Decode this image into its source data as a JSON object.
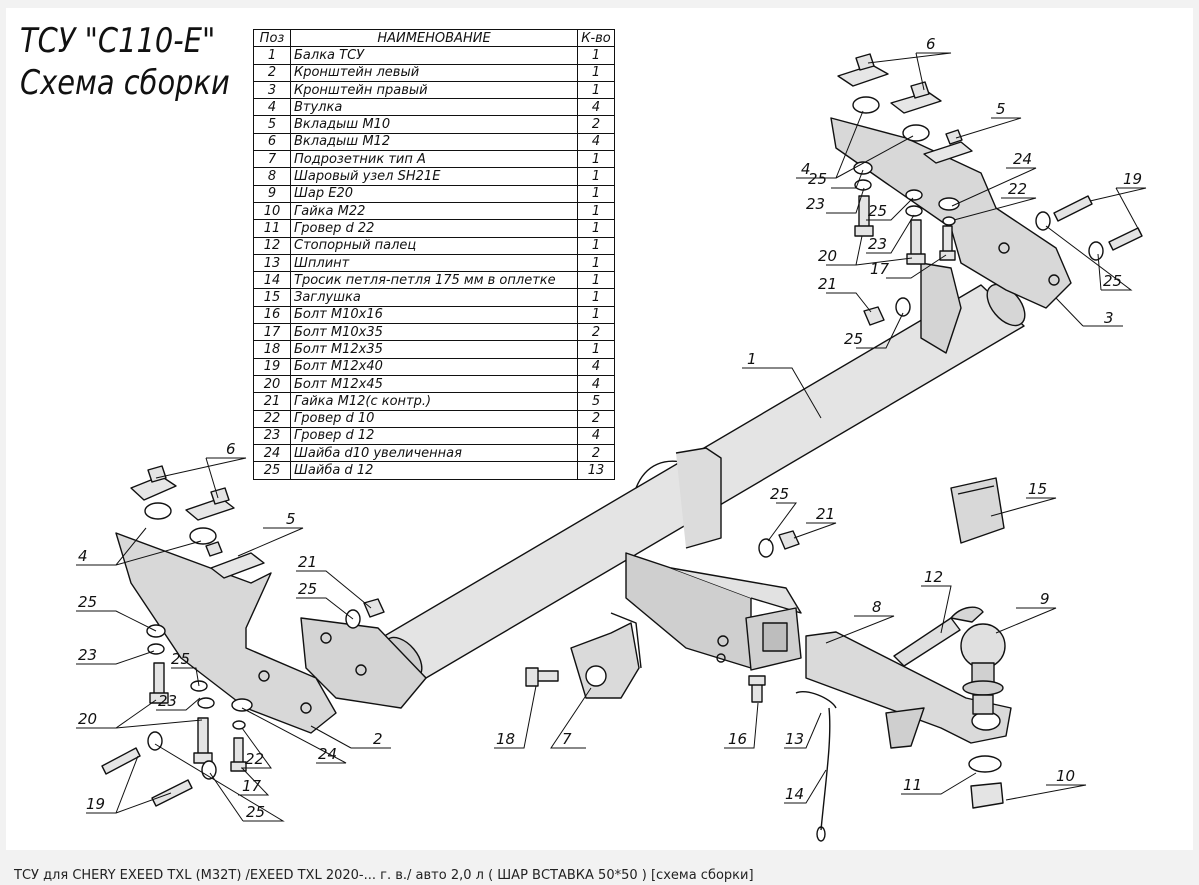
{
  "title": {
    "line1": "ТСУ \"С110-Е\"",
    "line2": "Схема сборки"
  },
  "table": {
    "headers": {
      "pos": "Поз",
      "name": "НАИМЕНОВАНИЕ",
      "qty": "К-во"
    },
    "rows": [
      {
        "pos": "1",
        "name": "Балка ТСУ",
        "qty": "1"
      },
      {
        "pos": "2",
        "name": "Кронштейн левый",
        "qty": "1"
      },
      {
        "pos": "3",
        "name": "Кронштейн правый",
        "qty": "1"
      },
      {
        "pos": "4",
        "name": "Втулка",
        "qty": "4"
      },
      {
        "pos": "5",
        "name": "Вкладыш М10",
        "qty": "2"
      },
      {
        "pos": "6",
        "name": "Вкладыш М12",
        "qty": "4"
      },
      {
        "pos": "7",
        "name": "Подрозетник тип А",
        "qty": "1"
      },
      {
        "pos": "8",
        "name": "Шаровый узел SH21E",
        "qty": "1"
      },
      {
        "pos": "9",
        "name": "Шар Е20",
        "qty": "1"
      },
      {
        "pos": "10",
        "name": "Гайка М22",
        "qty": "1"
      },
      {
        "pos": "11",
        "name": "Гровер d 22",
        "qty": "1"
      },
      {
        "pos": "12",
        "name": "Стопорный палец",
        "qty": "1"
      },
      {
        "pos": "13",
        "name": "Шплинт",
        "qty": "1"
      },
      {
        "pos": "14",
        "name": "Тросик петля-петля 175 мм в оплетке",
        "qty": "1"
      },
      {
        "pos": "15",
        "name": "Заглушка",
        "qty": "1"
      },
      {
        "pos": "16",
        "name": "Болт М10х16",
        "qty": "1"
      },
      {
        "pos": "17",
        "name": "Болт М10х35",
        "qty": "2"
      },
      {
        "pos": "18",
        "name": "Болт М12х35",
        "qty": "1"
      },
      {
        "pos": "19",
        "name": "Болт М12х40",
        "qty": "4"
      },
      {
        "pos": "20",
        "name": "Болт М12х45",
        "qty": "4"
      },
      {
        "pos": "21",
        "name": "Гайка М12(с контр.)",
        "qty": "5"
      },
      {
        "pos": "22",
        "name": "Гровер d 10",
        "qty": "2"
      },
      {
        "pos": "23",
        "name": "Гровер d 12",
        "qty": "4"
      },
      {
        "pos": "24",
        "name": "Шайба d10 увеличенная",
        "qty": "2"
      },
      {
        "pos": "25",
        "name": "Шайба d 12",
        "qty": "13"
      }
    ]
  },
  "callouts": {
    "n1": "1",
    "n2": "2",
    "n3": "3",
    "n4": "4",
    "n5": "5",
    "n6": "6",
    "n7": "7",
    "n8": "8",
    "n9": "9",
    "n10": "10",
    "n11": "11",
    "n12": "12",
    "n13": "13",
    "n14": "14",
    "n15": "15",
    "n16": "16",
    "n17": "17",
    "n18": "18",
    "n19": "19",
    "n20": "20",
    "n21": "21",
    "n22": "22",
    "n23": "23",
    "n24": "24",
    "n25": "25"
  },
  "caption": "ТСУ для CHERY EXEED TXL (M32T) /EXEED TXL 2020-... г. в./ авто 2,0 л ( ШАР ВСТАВКА 50*50 ) [схема сборки]"
}
